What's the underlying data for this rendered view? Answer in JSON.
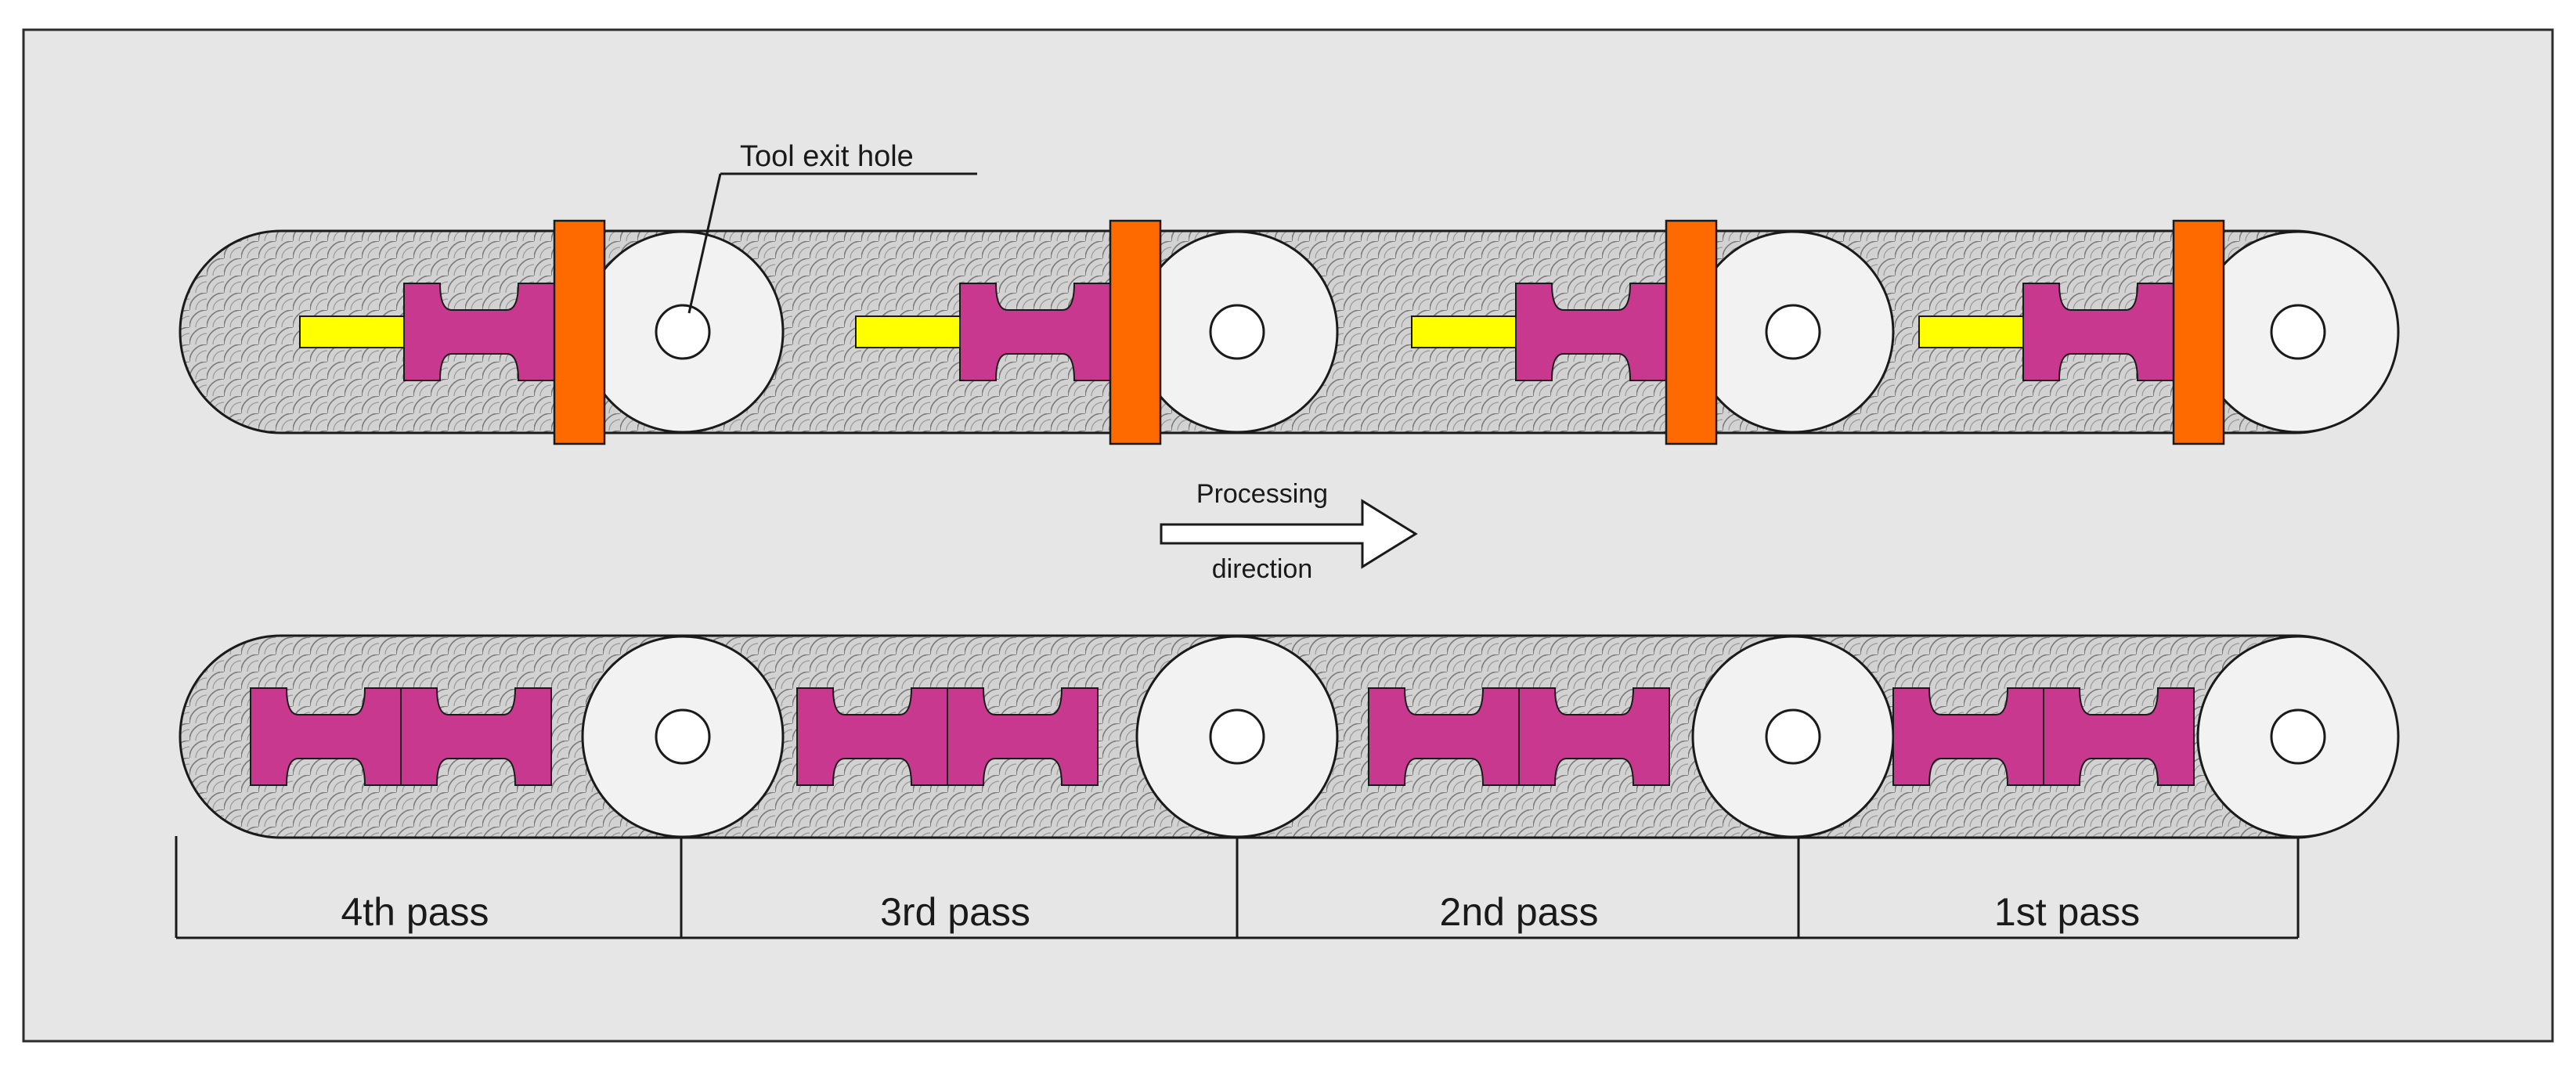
{
  "callout": {
    "label": "Tool exit hole"
  },
  "direction": {
    "line1": "Processing",
    "line2": "direction"
  },
  "passes": [
    {
      "label": "4th pass"
    },
    {
      "label": "3rd pass"
    },
    {
      "label": "2nd pass"
    },
    {
      "label": "1st pass"
    }
  ],
  "colors": {
    "background": "#e6e6e6",
    "frame": "#2b2b2b",
    "weld_track": "#c9c9c9",
    "shoulder": "#ff6a00",
    "tool_body": "#c8388f",
    "probe": "#ffff00",
    "exit_circle": "#f2f2f2",
    "arrow_fill": "#ffffff"
  },
  "icons": {
    "top_row": "friction-stir-tool-icon",
    "bottom_row": "tool-section-profile-icon"
  }
}
